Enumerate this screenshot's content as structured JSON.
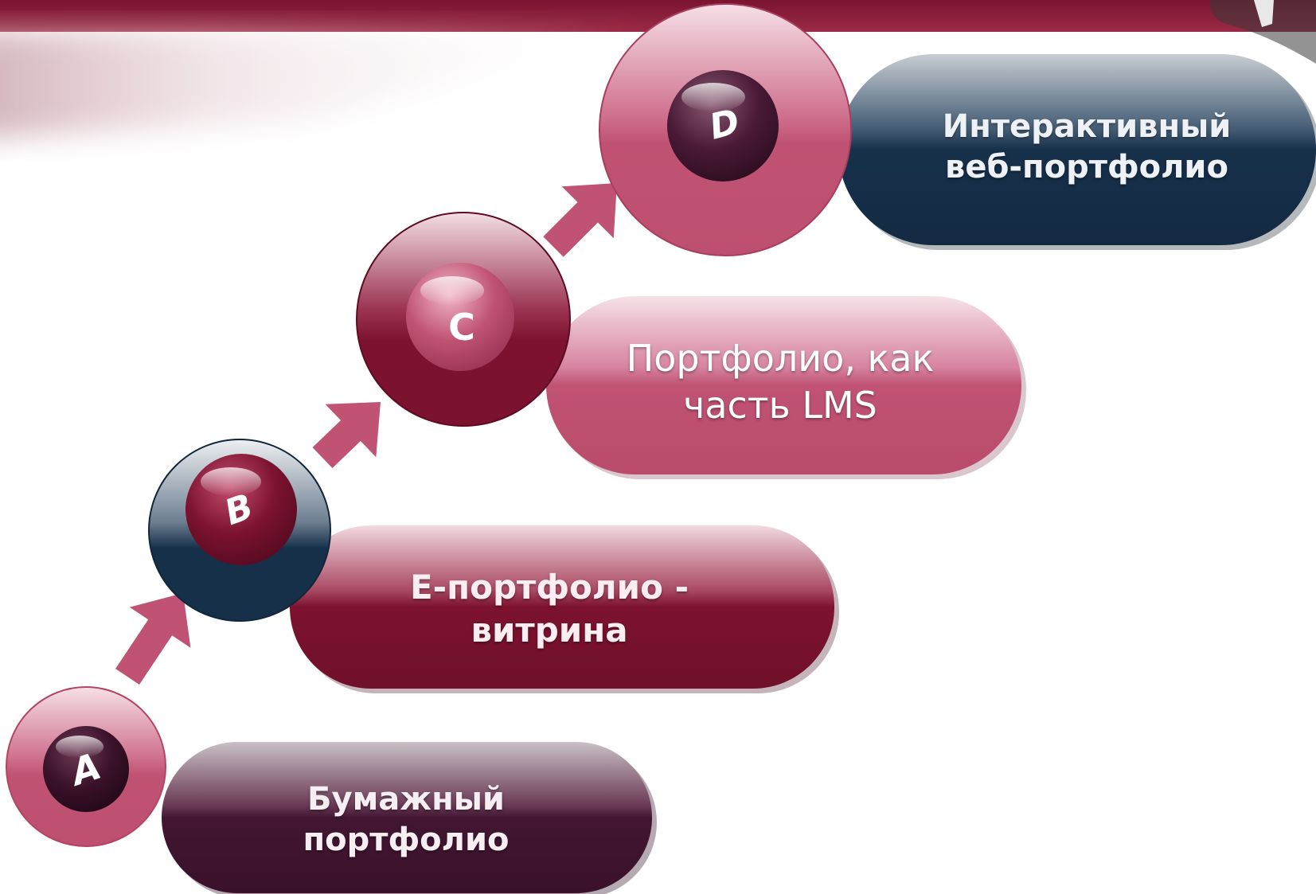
{
  "colors": {
    "crimson": "#7c1230",
    "pink": "#c05373",
    "navy": "#17304a",
    "plum": "#421632",
    "white": "#ffffff"
  },
  "steps": [
    {
      "letter": "A",
      "text": "Бумажный\nпортфолио"
    },
    {
      "letter": "B",
      "text": "Е-портфолио -\nвитрина"
    },
    {
      "letter": "C",
      "text": "Портфолио, как\nчасть LMS"
    },
    {
      "letter": "D",
      "text": "Интерактивный\nвеб-портфолио"
    }
  ]
}
